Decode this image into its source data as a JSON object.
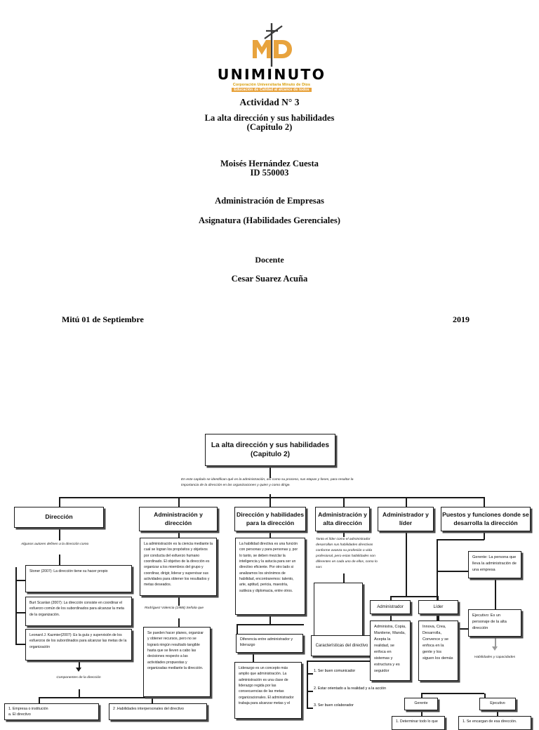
{
  "cover": {
    "logo": {
      "wordmark": "UNIMINUTO",
      "tagline1": "Corporación Universitaria Minuto de Dios",
      "tagline2": "Educación de Calidad al alcance de todos",
      "monogram": "MD"
    },
    "activity": "Actividad N° 3",
    "title_line1": "La alta dirección y sus habilidades",
    "title_line2": "(Capitulo 2)",
    "student_name": "Moisés Hernández Cuesta",
    "student_id": "ID 550003",
    "program": "Administración de Empresas",
    "course": "Asignatura (Habilidades Gerenciales)",
    "teacher_label": "Docente",
    "teacher_name": "Cesar Suarez Acuña",
    "place_date": "Mitú 01 de Septiembre",
    "year": "2019"
  },
  "map": {
    "root": {
      "line1": "La alta dirección y sus habilidades",
      "line2": "(Capitulo 2)"
    },
    "root_note": "En este capítulo se identifican qué es la administración, así como su proceso, sus etapas y fases, para resaltar la importancia de la dirección en las organizaciones y quien y como dirige.",
    "branches": [
      {
        "label": "Dirección"
      },
      {
        "label": "Administración y dirección"
      },
      {
        "label": "Dirección y habilidades para la dirección"
      },
      {
        "label": "Administración y alta dirección"
      },
      {
        "label": "Administrador y líder"
      },
      {
        "label": "Puestos y funciones donde se desarrolla la dirección"
      }
    ],
    "col1": {
      "note": "Algunos autores definen a la dirección como",
      "items": [
        "Stoner (2007): La dirección tiene su hacer propio",
        "Burt Scanlan (2007): La dirección consiste en coordinar el esfuerzo común de los subordinados para alcanzar la meta de la organización.",
        "Leonard J. Kazmier(2007): Es la guía y supervisión de los esfuerzos de los subordinados para alcanzar las metas de la organización"
      ],
      "components_note": "Componentes de la dirección",
      "components": [
        "1. Empresa o institución\na. El directivo",
        "2 .Habilidades interpersonales del directivo"
      ]
    },
    "col2": {
      "definition": "La administración es la ciencia mediante la cual se logran los propósitos y objetivos por conducta del esfuerzo humano coordinado. El objetivo de la dirección es organizar a los miembros del grupo y coordinar, dirigir, liderar y supervisar sus actividades para obtener los resultados y metas deseados.",
      "note": "Rodríguez Valencia (1988) Señala que",
      "statement": "Se pueden hacer planes, organizar y obtener recursos, pero no se logrará ningún resultado tangible hasta que se lleven a cabo las decisiones respecto a las actividades propuestas y organizadas mediante la dirección."
    },
    "col3": {
      "definition": "La habilidad directiva es una función con personas y para personas y, por lo tanto, se deben mezclar la inteligencia y la astucia para ser un directivo eficiente. Por otro lado si analizamos los sinónimos de habilidad, encontraremos: talento, arte, aptitud, pericia, maestría, sutileza y diplomacia, entre otros.",
      "subtitle": "Diferencia entre administrador y liderazgo",
      "statement": "Liderazgo es un concepto más amplio que administración. La administración es una clase de liderazgo regida por las consecuencias de las metas organizacionales. El administrador trabaja para alcanzar metas y el"
    },
    "col4": {
      "note": "Tanto el líder como el administrador desarrollan sus habilidades directivas conforme avanza su profesión o vida profesional, pero estas habilidades son diferentes en cada uno de ellos, como lo son:",
      "subtitle": "Características del directivo",
      "list": [
        "1. Ser buen comunicador",
        "2. Estar orientado a la realidad y a la acción",
        "3. Ser buen colaborador"
      ]
    },
    "col5": {
      "admin_label": "Administrador",
      "admin_text": "Administra, Copia, Mantiene, Manda, Acepta la realidad, se enfoca en sistemas y estructura y es seguidor",
      "leader_label": "Líder",
      "leader_text": "Innova, Crea, Desarrolla, Convence y se enfoca en la gente y los siguen los demás",
      "role_gerente": "Gerente",
      "role_ejecutivo": "Ejecutivo",
      "gerente_item": "1. Determinar todo lo que",
      "ejecutivo_item": "1. Se encargan de esa dirección."
    },
    "col6": {
      "gerente": "Gerente: La persona que lleva  la administración de una empresa",
      "ejecutivo": "Ejecutivo: Es un personaje de la alta dirección",
      "note": "Habilidades y capacidades"
    }
  }
}
